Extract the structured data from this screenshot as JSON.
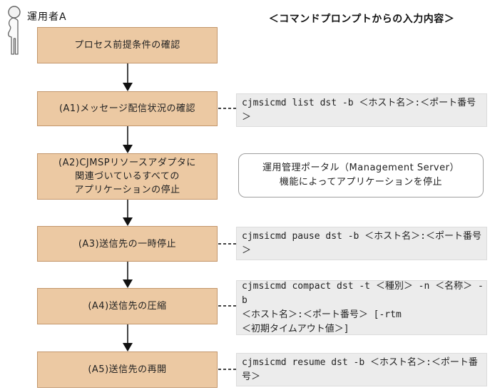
{
  "actor": {
    "label": "運用者A"
  },
  "header": {
    "title": "＜コマンドプロンプトからの入力内容＞"
  },
  "icons": {
    "operator": "person-icon",
    "flow_connector": "arrow-down-icon"
  },
  "colors": {
    "step_fill": "#ecc9a3",
    "step_border": "#c3966b",
    "command_fill": "#ececec",
    "command_border": "#dcdcdc",
    "note_border": "#9e9e9e",
    "arrow": "#444444"
  },
  "steps": [
    {
      "id": "precondition",
      "lines": [
        "プロセス前提条件の確認"
      ]
    },
    {
      "id": "a1",
      "lines": [
        "(A1)メッセージ配信状況の確認"
      ]
    },
    {
      "id": "a2",
      "lines": [
        "(A2)CJMSPリソースアダプタに",
        "関連づいているすべての",
        "アプリケーションの停止"
      ]
    },
    {
      "id": "a3",
      "lines": [
        "(A3)送信先の一時停止"
      ]
    },
    {
      "id": "a4",
      "lines": [
        "(A4)送信先の圧縮"
      ]
    },
    {
      "id": "a5",
      "lines": [
        "(A5)送信先の再開"
      ]
    }
  ],
  "commands": [
    {
      "for_step": "a1",
      "lines": [
        "cjmsicmd list dst -b ＜ホスト名＞:＜ポート番号＞"
      ]
    },
    {
      "for_step": "a3",
      "lines": [
        "cjmsicmd pause dst -b ＜ホスト名＞:＜ポート番号＞"
      ]
    },
    {
      "for_step": "a4",
      "lines": [
        "cjmsicmd compact dst -t ＜種別＞ -n ＜名称＞ -b",
        "＜ホスト名＞:＜ポート番号＞ [-rtm",
        "＜初期タイムアウト値＞]"
      ]
    },
    {
      "for_step": "a5",
      "lines": [
        "cjmsicmd resume dst -b ＜ホスト名＞:＜ポート番号＞"
      ]
    }
  ],
  "note": {
    "for_step": "a2",
    "lines": [
      "運用管理ポータル（Management Server）",
      "機能によってアプリケーションを停止"
    ]
  }
}
